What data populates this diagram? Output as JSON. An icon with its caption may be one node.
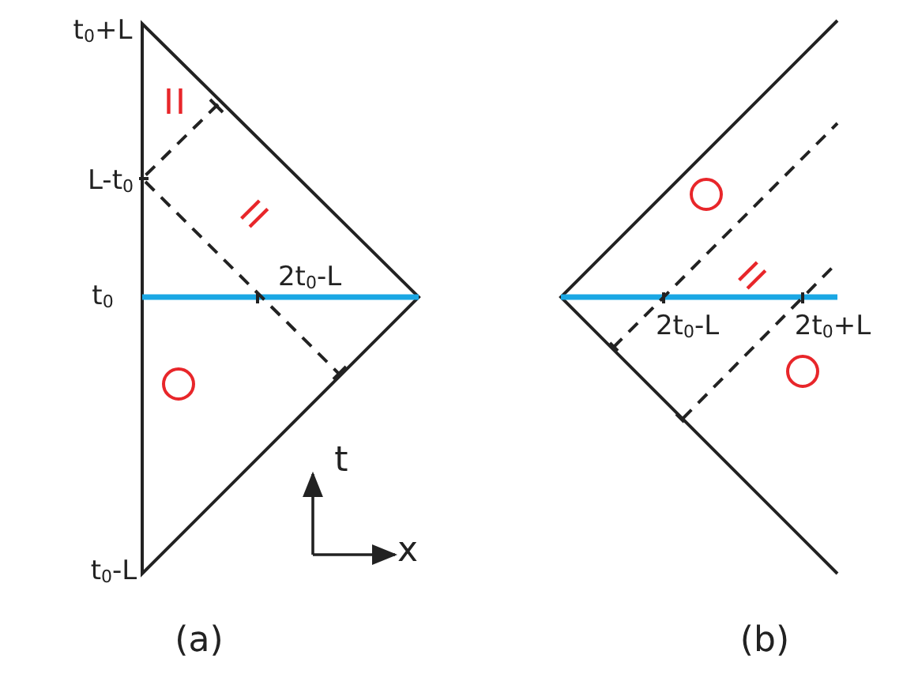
{
  "diagram": {
    "labels": [
      "t$_{0}$+L",
      "II",
      "L-t$_{0}$",
      "II",
      "2t$_{0}$-L",
      "t$_{0}$",
      "t",
      "x",
      "t$_{0}$-L",
      "(a)",
      "II",
      "2t$_{0}$-L",
      "2t$_{0}$+L",
      "(b)"
    ]
  }
}
